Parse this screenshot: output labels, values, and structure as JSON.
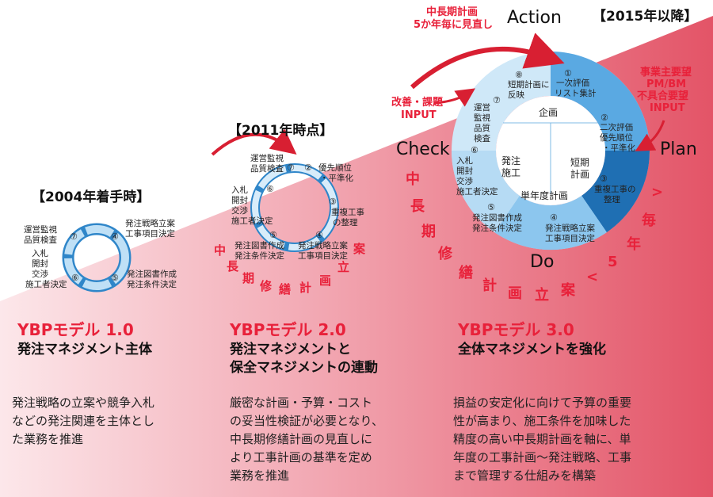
{
  "periods": [
    {
      "era_label": "【2004年着手時】",
      "model_title": "YBPモデル 1.0",
      "subtitle_lines": [
        "発注マネジメント主体"
      ],
      "description_lines": [
        "発注戦略の立案や競争入札",
        "などの発注関連を主体とし",
        "た業務を推進"
      ],
      "cycle_labels": {
        "n4": "④",
        "l4a": "発注戦略立案",
        "l4b": "工事項目決定",
        "n5": "⑤",
        "l5a": "発注図書作成",
        "l5b": "発注条件決定",
        "n6": "⑥",
        "l6a": "入札",
        "l6b": "開封",
        "l6c": "交渉",
        "l6d": "施工者決定",
        "n7": "⑦",
        "l7a": "運営監視",
        "l7b": "品質検査"
      }
    },
    {
      "era_label": "【2011年時点】",
      "model_title": "YBPモデル 2.0",
      "subtitle_lines": [
        "発注マネジメントと",
        "保全マネジメントの連動"
      ],
      "description_lines": [
        "厳密な計画・予算・コスト",
        "の妥当性検証が必要となり、",
        "中長期修繕計画の見直しに",
        "より工事計画の基準を定め",
        "業務を推進"
      ],
      "cycle_labels": {
        "n2": "②",
        "l2a": "優先順位",
        "l2b": "・平準化",
        "n3": "③",
        "l3a": "重複工事",
        "l3b": "の整理",
        "n4": "④",
        "l4a": "発注戦略立案",
        "l4b": "工事項目決定",
        "n5": "⑤",
        "l5a": "発注図書作成",
        "l5b": "発注条件決定",
        "l6a": "入札",
        "l6b": "開封",
        "l6c": "交渉",
        "l6d": "施工者決定",
        "n6": "⑥",
        "n7": "⑦",
        "l7a": "運営監視",
        "l7b": "品質検査"
      },
      "arc_text": [
        "中",
        "長",
        "期",
        "修",
        "繕",
        "計",
        "画",
        "立",
        "案"
      ]
    },
    {
      "era_label": "【2015年以降】",
      "model_title": "YBPモデル 3.0",
      "subtitle_lines": [
        "全体マネジメントを強化"
      ],
      "description_lines": [
        "損益の安定化に向けて予算の重要",
        "性が高まり、施工条件を加味した",
        "精度の高い中長期計画を軸に、単",
        "年度の工事計画～発注戦略、工事",
        "まで管理する仕組みを構築"
      ],
      "pdca": {
        "action": "Action",
        "plan": "Plan",
        "do": "Do",
        "check": "Check"
      },
      "inner_labels": {
        "kikaku": "企画",
        "tanki_a": "短期",
        "tanki_b": "計画",
        "tannen": "単年度計画",
        "hatchu_a": "発注",
        "hatchu_b": "施工"
      },
      "cycle_labels": {
        "n1": "①",
        "l1a": "一次評価",
        "l1b": "リスト集計",
        "n2": "②",
        "l2a": "二次評価",
        "l2b": "優先順位",
        "l2c": "・平準化",
        "n3": "③",
        "l3a": "重複工事の",
        "l3b": "整理",
        "n4": "④",
        "l4a": "発注戦略立案",
        "l4b": "工事項目決定",
        "n5": "⑤",
        "l5a": "発注図書作成",
        "l5b": "発注条件決定",
        "n6": "⑥",
        "l6a": "入札",
        "l6b": "開封",
        "l6c": "交渉",
        "l6d": "施工者決定",
        "n7": "⑦",
        "l7a": "運営",
        "l7b": "監視",
        "l7c": "品質",
        "l7d": "検査",
        "n8": "⑧",
        "l8a": "短期計画に",
        "l8b": "反映"
      },
      "callouts": {
        "review_a": "中長期計画",
        "review_b": "5か年毎に見直し",
        "kaizen_a": "改善・課題",
        "kaizen_b": "INPUT",
        "jigyo_a": "事業主要望",
        "jigyo_b": "PM/BM",
        "jigyo_c": "不具合要望",
        "jigyo_d": "INPUT"
      },
      "arc_text": [
        "中",
        "長",
        "期",
        "修",
        "繕",
        "計",
        "画",
        "立",
        "案",
        "<",
        "5",
        "年",
        "毎",
        ">"
      ]
    }
  ],
  "colors": {
    "accent_red": "#e8213a",
    "bg_pink": "#f6c3c9",
    "bg_red": "#e35a6c",
    "ring_blue": "#2f86c9",
    "ring_light": "#cfe8f8",
    "ring_mid": "#8cc6ee",
    "ring_dark": "#1f6fb3"
  }
}
